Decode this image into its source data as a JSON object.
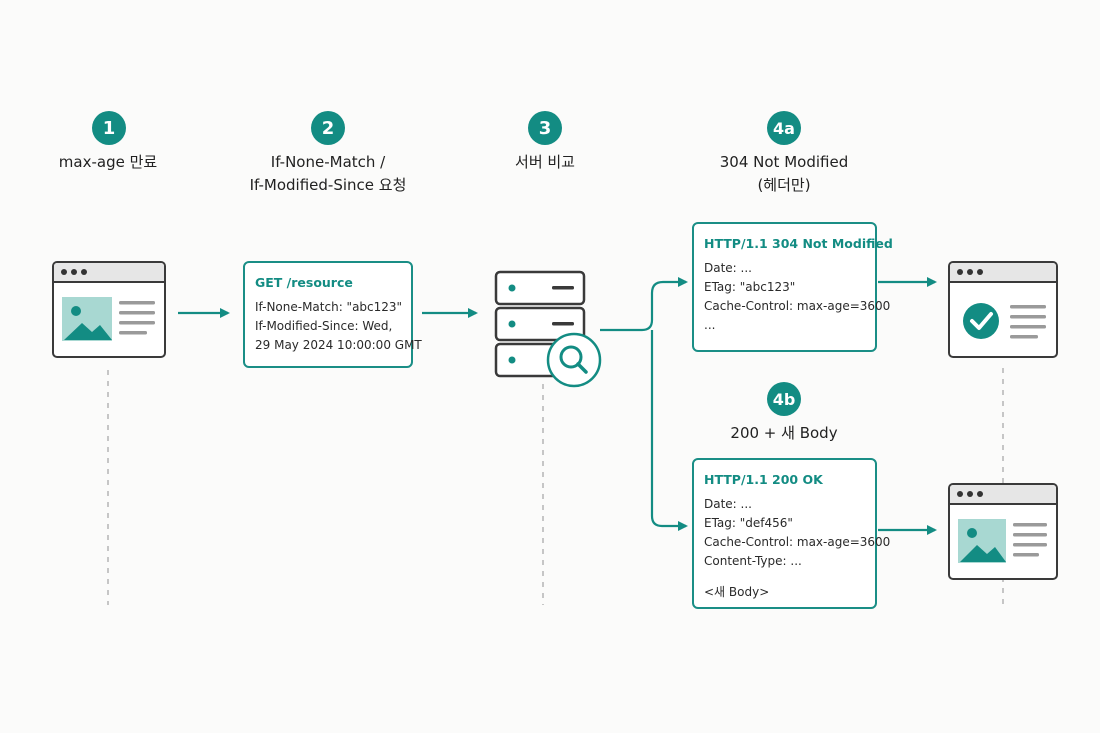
{
  "steps": {
    "s1": {
      "badge": "1",
      "title": "max-age 만료"
    },
    "s2": {
      "badge": "2",
      "title_line1": "If-None-Match /",
      "title_line2": "If-Modified-Since 요청"
    },
    "s3": {
      "badge": "3",
      "title": "서버 비교"
    },
    "s4a": {
      "badge": "4a",
      "title_line1": "304 Not Modified",
      "title_line2": "(헤더만)"
    },
    "s4b": {
      "badge": "4b",
      "title": "200 + 새 Body"
    }
  },
  "request": {
    "head": "GET /resource",
    "lines": [
      "If-None-Match: \"abc123\"",
      "If-Modified-Since: Wed,",
      "29 May 2024 10:00:00 GMT"
    ]
  },
  "response_304": {
    "head": "HTTP/1.1 304 Not Modified",
    "lines": [
      "Date: ...",
      "ETag: \"abc123\"",
      "Cache-Control: max-age=3600",
      "..."
    ]
  },
  "response_200": {
    "head": "HTTP/1.1 200 OK",
    "lines": [
      "Date: ...",
      "ETag: \"def456\"",
      "Cache-Control: max-age=3600",
      "Content-Type: ..."
    ],
    "body": "<새 Body>"
  },
  "colors": {
    "accent": "#138c83",
    "accent_light": "#a8d8d2",
    "outline": "#3a3a3a"
  },
  "icons": {
    "browser_expired": "image-icon",
    "server": "server-icon",
    "compare": "magnifier-icon",
    "browser_cached": "check-icon",
    "browser_new": "image-icon"
  }
}
